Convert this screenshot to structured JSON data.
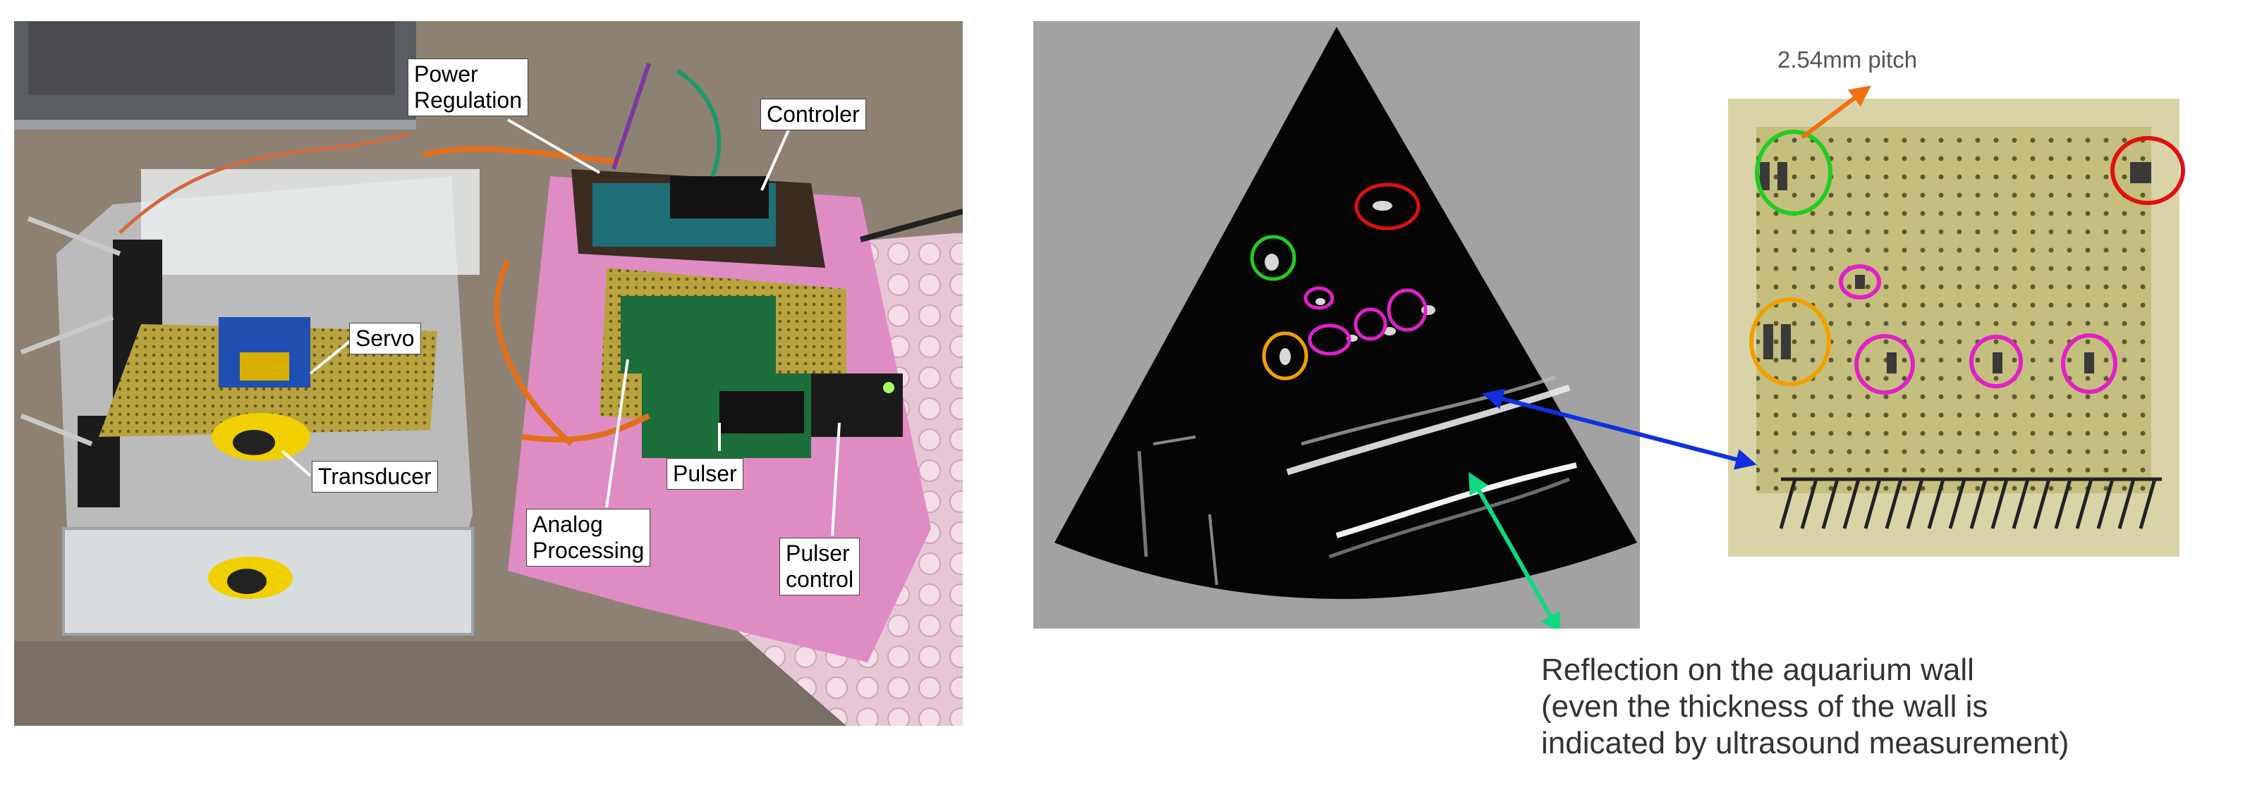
{
  "photo": {
    "labels": {
      "power_regulation": "Power\nRegulation",
      "controler": "Controler",
      "servo": "Servo",
      "transducer": "Transducer",
      "analog_processing": "Analog\nProcessing",
      "pulser": "Pulser",
      "pulser_control": "Pulser\ncontrol"
    }
  },
  "scan": {
    "pitch_label": "2.54mm pitch",
    "caption": "Reflection on the aquarium wall\n(even the thickness of the wall is\nindicated by ultrasound measurement)",
    "colors": {
      "green": "#22cc22",
      "red": "#e01010",
      "magenta": "#e020c8",
      "orange": "#f0a000",
      "blue_arrow": "#1030e0",
      "green_arrow": "#10d880",
      "pitch_arrow": "#f07010"
    }
  }
}
